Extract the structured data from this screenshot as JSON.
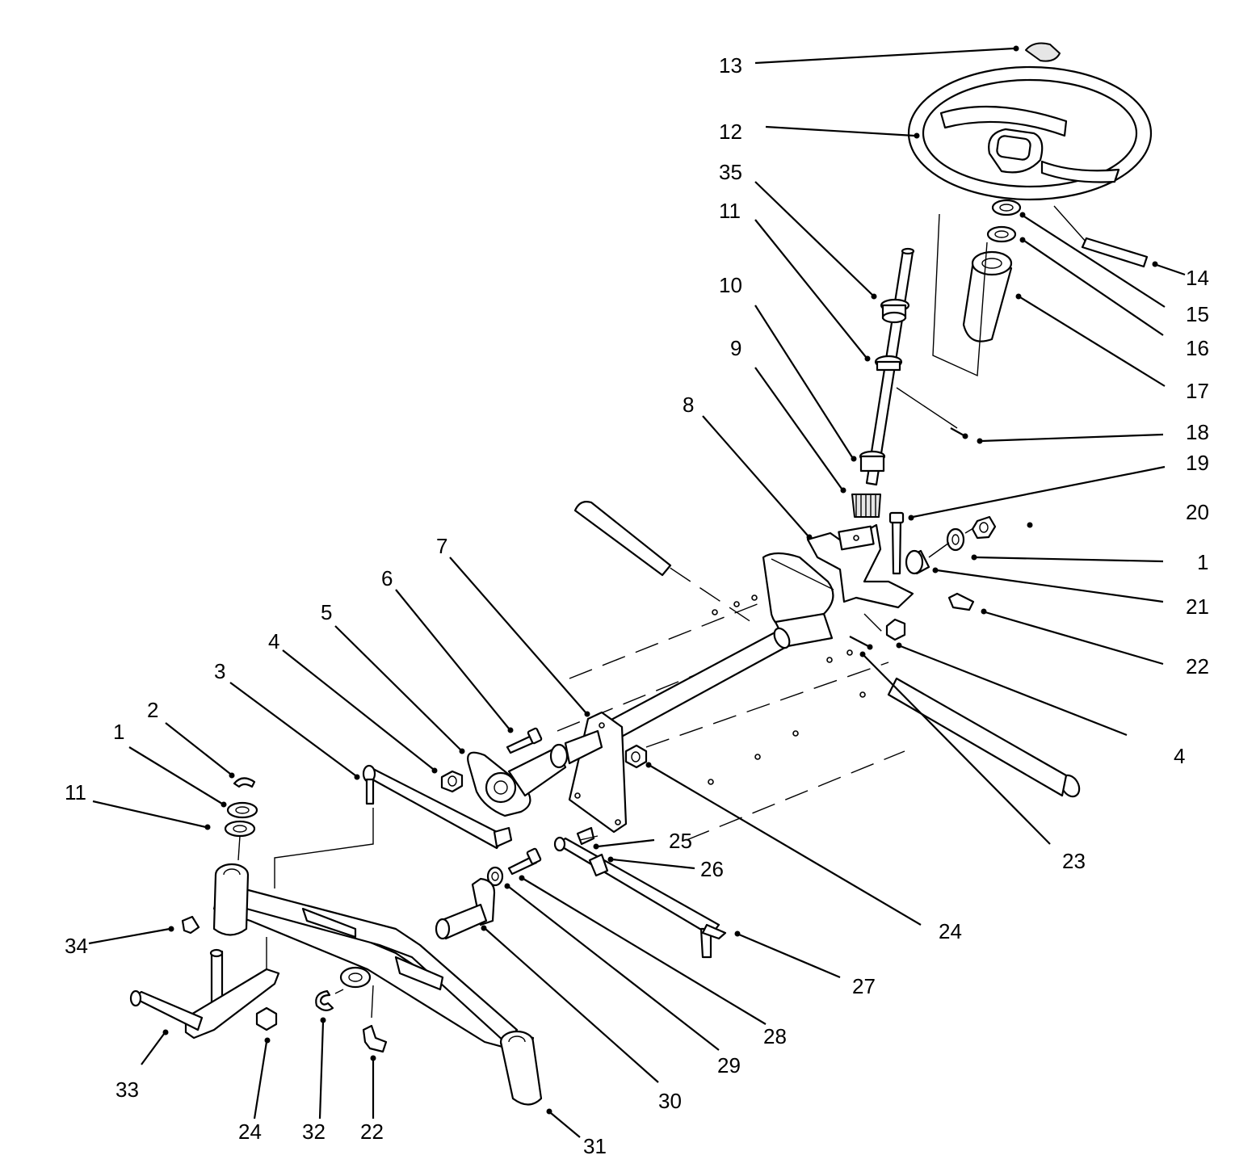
{
  "callouts": [
    "13",
    "12",
    "35",
    "11",
    "10",
    "9",
    "14",
    "15",
    "16",
    "17",
    "18",
    "19",
    "8",
    "20",
    "1",
    "21",
    "22",
    "7",
    "6",
    "5",
    "4",
    "3",
    "2",
    "1",
    "11",
    "4",
    "23",
    "25",
    "26",
    "24",
    "27",
    "34",
    "33",
    "24",
    "32",
    "22",
    "31",
    "30",
    "29",
    "28"
  ]
}
